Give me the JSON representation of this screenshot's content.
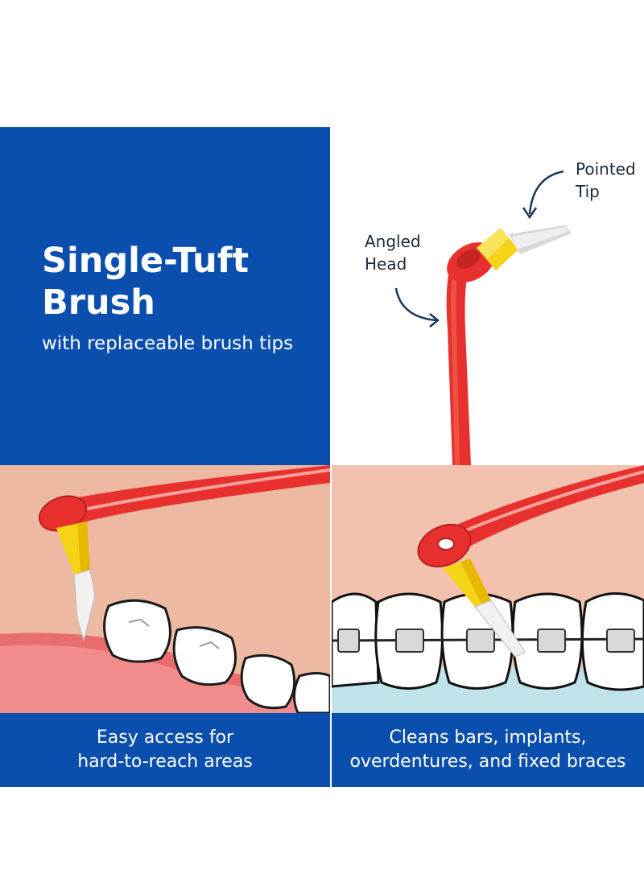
{
  "hero": {
    "title_line1": "Single-Tuft",
    "title_line2": "Brush",
    "subtitle": "with replaceable brush tips"
  },
  "product": {
    "callout_tip_line1": "Pointed",
    "callout_tip_line2": "Tip",
    "callout_head_line1": "Angled",
    "callout_head_line2": "Head"
  },
  "captions": {
    "left_line1": "Easy access for",
    "left_line2": "hard-to-reach areas",
    "right_line1": "Cleans bars, implants,",
    "right_line2": "overdentures, and fixed braces"
  },
  "colors": {
    "brand_blue": "#0a4fae",
    "handle_red": "#e8312f",
    "tip_yellow": "#f5d319"
  }
}
